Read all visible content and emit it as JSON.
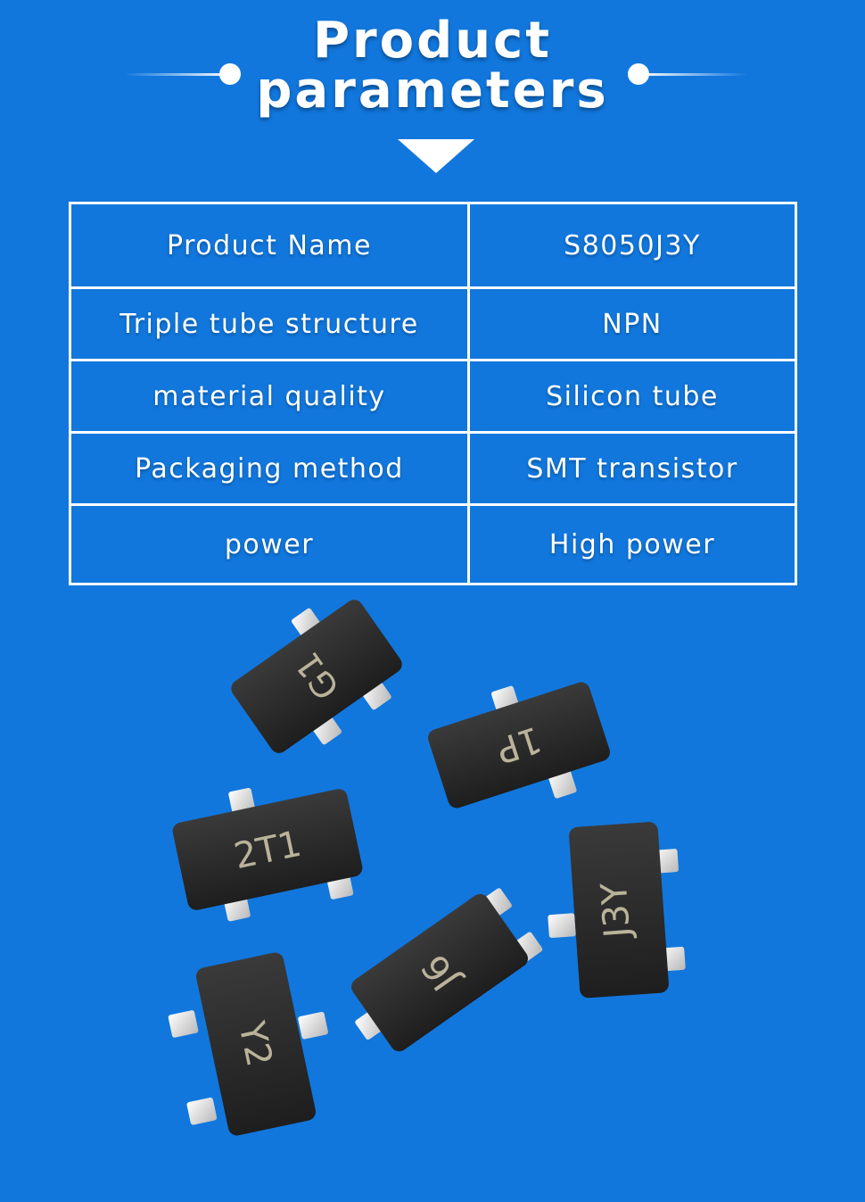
{
  "header": {
    "title_line1": "Product",
    "title_line2": "parameters"
  },
  "params": [
    {
      "name": "Product Name",
      "value": "S8050J3Y"
    },
    {
      "name": "Triple tube structure",
      "value": "NPN"
    },
    {
      "name": "material quality",
      "value": "Silicon tube"
    },
    {
      "name": "Packaging method",
      "value": "SMT transistor"
    },
    {
      "name": "power",
      "value": "High power"
    }
  ],
  "chip_markings": [
    "G1",
    "1P",
    "2T1",
    "J3Y",
    "J6",
    "Y2"
  ],
  "colors": {
    "background": "#1177dd",
    "chip_body": "#2a2a2a",
    "chip_marking": "#b9b39a",
    "lead": "#e0e0e0"
  }
}
